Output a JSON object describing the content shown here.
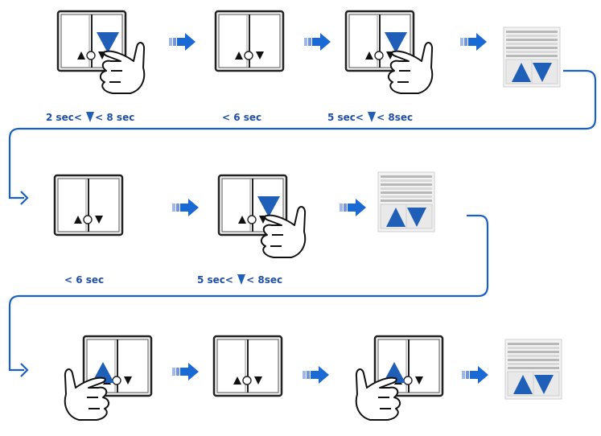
{
  "steps": [
    {
      "kind": "switch-press-down"
    },
    {
      "kind": "switch"
    },
    {
      "kind": "switch-press-down"
    },
    {
      "kind": "blind"
    },
    {
      "kind": "switch"
    },
    {
      "kind": "switch-press-down"
    },
    {
      "kind": "blind"
    },
    {
      "kind": "switch-press-up"
    },
    {
      "kind": "switch"
    },
    {
      "kind": "switch-press-up"
    },
    {
      "kind": "blind"
    }
  ],
  "labels": [
    {
      "before": "2 sec<",
      "after": "< 8 sec"
    },
    {
      "text": "< 6 sec"
    },
    {
      "before": "5 sec<",
      "after": "< 8sec"
    },
    {
      "text": "< 6 sec"
    },
    {
      "before": "5 sec<",
      "after": "< 8sec"
    }
  ],
  "colors": {
    "arrow": "#1a6ad6",
    "arrow_tail": "#9fb8e8",
    "triangle": "#1f5fb8",
    "label": "#1f4fa8",
    "connector": "#1a5fc8"
  }
}
